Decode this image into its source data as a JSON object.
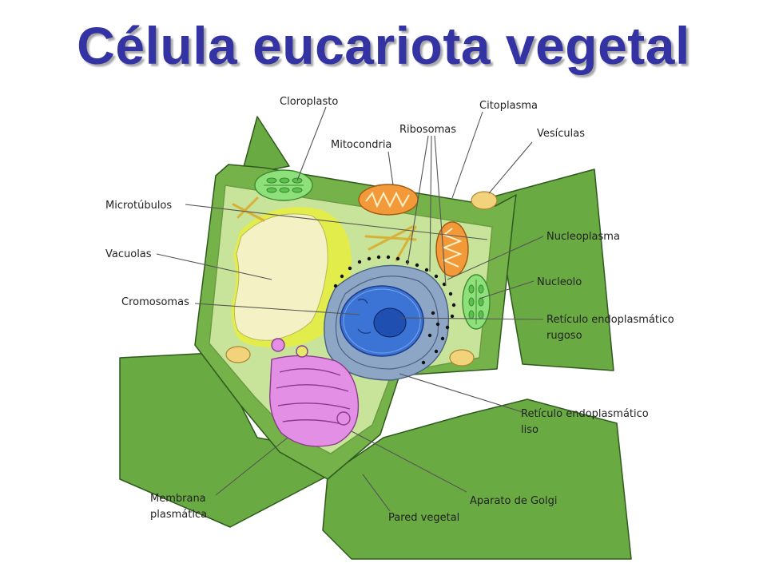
{
  "title": "Célula eucariota vegetal",
  "labels": {
    "cloroplasto": "Cloroplasto",
    "citoplasma": "Citoplasma",
    "ribosomas": "Ribosomas",
    "mitocondria": "Mitocondria",
    "vesiculas": "Vesículas",
    "microtubulos": "Microtúbulos",
    "vacuolas": "Vacuolas",
    "cromosomas": "Cromosomas",
    "nucleoplasma": "Nucleoplasma",
    "nucleolo": "Nucleolo",
    "rer_line1": "Retículo endoplasmático",
    "rer_line2": "rugoso",
    "rel_line1": "Retículo endoplasmático",
    "rel_line2": "liso",
    "membrana_line1": "Membrana",
    "membrana_line2": "plasmática",
    "golgi": "Aparato de Golgi",
    "pared": "Pared vegetal"
  },
  "colors": {
    "title": "#3333a3",
    "wall": "#6aaa42",
    "cytoplasm": "#c8e49a",
    "vacuole": "#f4f2c4",
    "vacuole_rim": "#e2ec4a",
    "nucleus_envelope": "#8ea6c6",
    "nucleus": "#3c74d6",
    "nucleolus": "#1f4fb0",
    "golgi": "#e38fe6",
    "mitochondria": "#f29a3a",
    "chloroplast": "#8ee07a",
    "vesicle": "#f2d27a",
    "microtubule": "#e8c64a"
  }
}
